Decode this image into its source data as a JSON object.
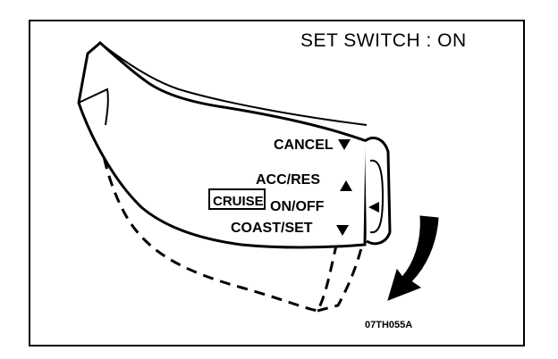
{
  "diagram": {
    "title": "SET SWITCH : ON",
    "figure_code": "07TH055A",
    "labels": {
      "cancel": "CANCEL",
      "acc_res": "ACC/RES",
      "cruise": "CRUISE",
      "on_off": "ON/OFF",
      "coast_set": "COAST/SET"
    }
  }
}
